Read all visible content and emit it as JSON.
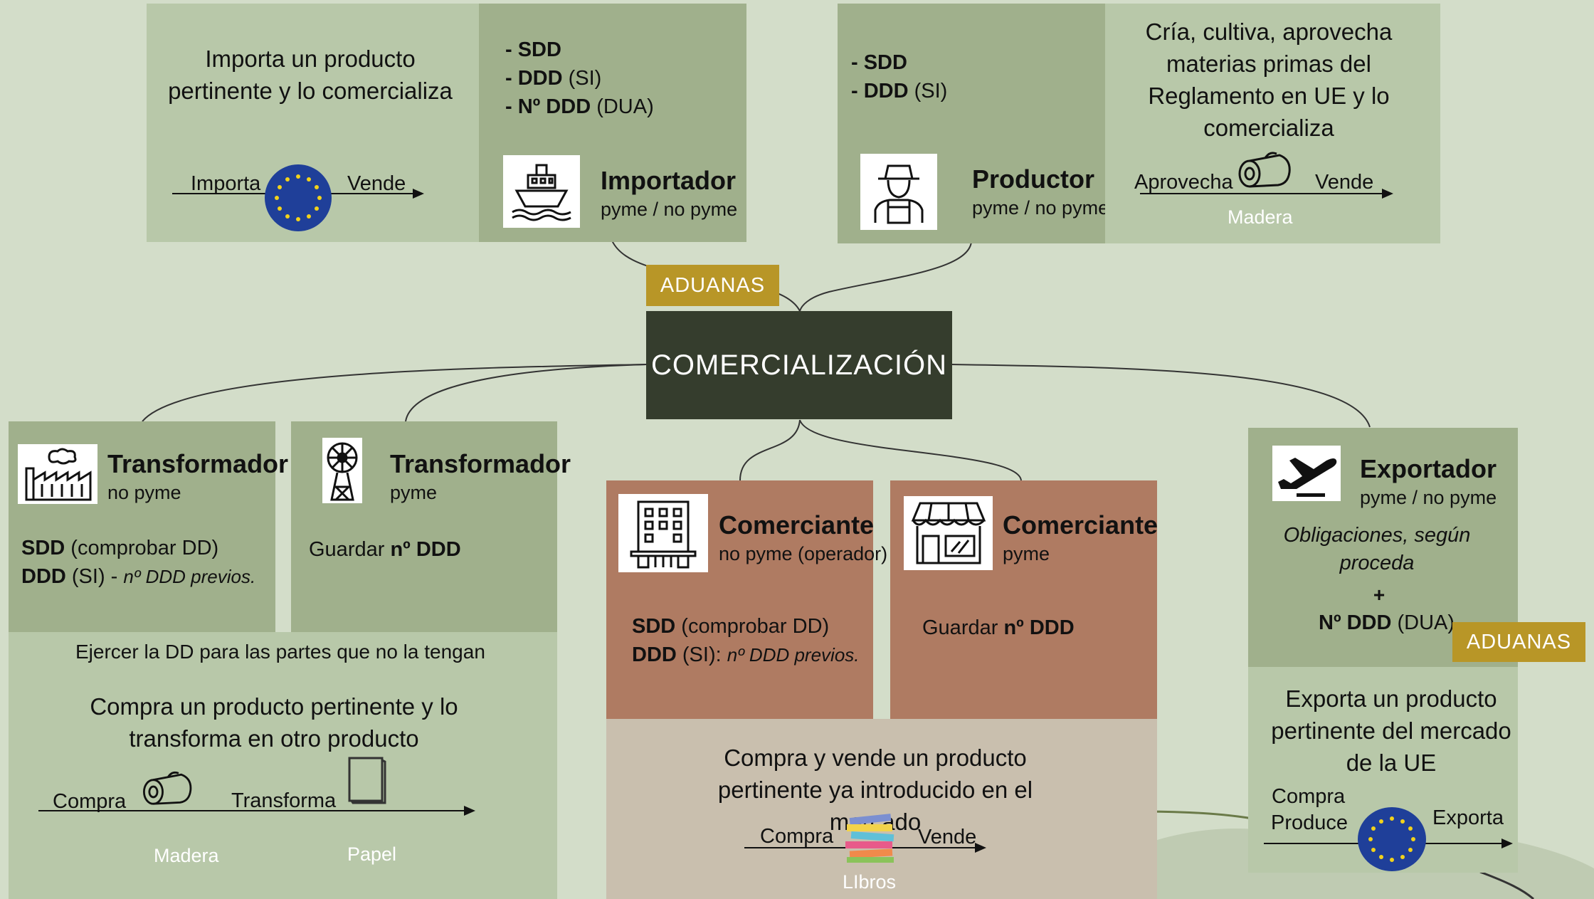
{
  "colors": {
    "background": "#d3ddc9",
    "panel_light": "#b8c8a9",
    "panel_mid": "#a0b08c",
    "merchant": "#af7b62",
    "merchant_light": "#c9bfae",
    "center": "#353d2d",
    "aduanas": "#b89627",
    "eu_blue": "#1f3f99"
  },
  "center": {
    "label": "COMERCIALIZACIÓN"
  },
  "aduanas_label": "ADUANAS",
  "importador": {
    "description": "Importa un producto pertinente y lo comercializa",
    "flow": {
      "left": "Importa",
      "right": "Vende"
    },
    "obligations": [
      {
        "bold": "- SDD",
        "rest": ""
      },
      {
        "bold": "- DDD",
        "rest": " (SI)"
      },
      {
        "bold": "- Nº DDD",
        "rest": " (DUA)"
      }
    ],
    "title": "Importador",
    "subtitle": "pyme / no pyme",
    "icon": "ship-icon"
  },
  "productor": {
    "obligations": [
      {
        "bold": "- SDD",
        "rest": ""
      },
      {
        "bold": "- DDD",
        "rest": " (SI)"
      }
    ],
    "title": "Productor",
    "subtitle": "pyme / no pyme",
    "description": "Cría, cultiva, aprovecha materias primas del Reglamento en UE y lo comercializa",
    "flow": {
      "left": "Aprovecha",
      "right": "Vende",
      "product": "Madera"
    },
    "icon": "farmer-icon"
  },
  "transformador_no_pyme": {
    "title": "Transformador",
    "subtitle": "no pyme",
    "line1_bold": "SDD",
    "line1_rest": " (comprobar DD)",
    "line2_bold": "DDD",
    "line2_rest": " (SI) - ",
    "line2_italic": "nº DDD previos.",
    "icon": "factory-icon"
  },
  "transformador_pyme": {
    "title": "Transformador",
    "subtitle": "pyme",
    "line_pre": "Guardar ",
    "line_bold": "nº DDD",
    "icon": "windmill-icon"
  },
  "transformador_shared": {
    "note": "Ejercer la DD para las partes que no la tengan",
    "description": "Compra un producto pertinente y lo transforma en otro producto",
    "flow": {
      "left": "Compra",
      "middle": "Transforma",
      "product1": "Madera",
      "product2": "Papel"
    }
  },
  "comerciante_no_pyme": {
    "title": "Comerciante",
    "subtitle": "no pyme (operador)",
    "line1_bold": "SDD",
    "line1_rest": " (comprobar DD)",
    "line2_bold": "DDD",
    "line2_rest": " (SI): ",
    "line2_italic": "nº DDD previos.",
    "icon": "building-icon"
  },
  "comerciante_pyme": {
    "title": "Comerciante",
    "subtitle": "pyme",
    "line_pre": "Guardar ",
    "line_bold": "nº DDD",
    "icon": "shop-icon"
  },
  "comerciante_shared": {
    "description": "Compra y vende un producto pertinente ya introducido en el mercado",
    "flow": {
      "left": "Compra",
      "right": "Vende",
      "product": "LIbros"
    },
    "product_icon": "books-icon"
  },
  "exportador": {
    "title": "Exportador",
    "subtitle": "pyme / no pyme",
    "obligations_italic": "Obligaciones, según proceda",
    "plus": "+",
    "dua_bold": "Nº DDD",
    "dua_rest": " (DUA)",
    "description": "Exporta un producto pertinente del mercado de la UE",
    "flow": {
      "left1": "Compra",
      "left2": "Produce",
      "right": "Exporta"
    },
    "icon": "airplane-icon"
  }
}
